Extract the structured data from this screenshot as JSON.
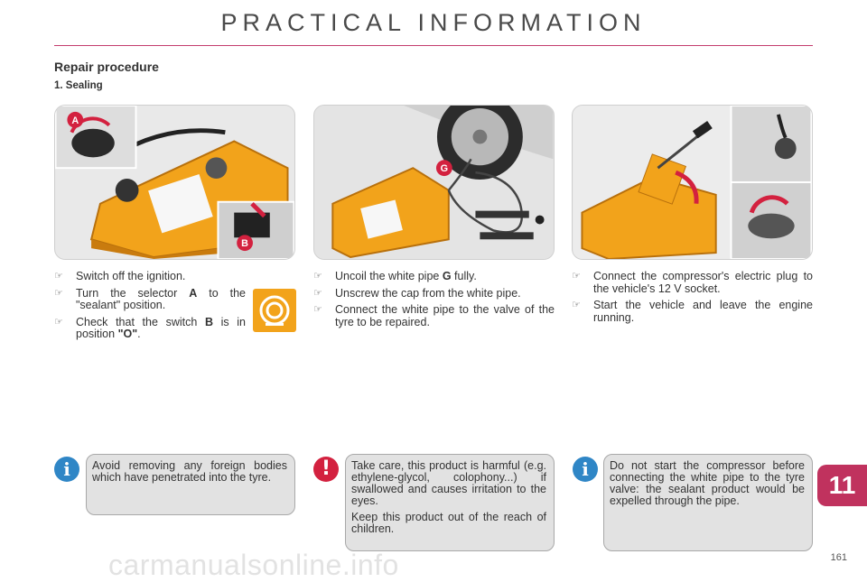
{
  "header": {
    "title": "PRACTICAL INFORMATION"
  },
  "section": {
    "heading": "Repair procedure",
    "subheading": "1. Sealing"
  },
  "photos": {
    "a_label": "A",
    "b_label": "B",
    "g_label": "G"
  },
  "column1": {
    "steps": [
      {
        "prefix": "Switch off the ignition.",
        "bold": "",
        "suffix": ""
      },
      {
        "prefix": "Turn the selector ",
        "bold": "A",
        "suffix": " to the \"sealant\" position."
      },
      {
        "prefix": "Check that the switch ",
        "bold": "B",
        "suffix": " is in position ",
        "bold2": "\"O\"",
        "suffix2": "."
      }
    ]
  },
  "column2": {
    "steps": [
      {
        "prefix": "Uncoil the white pipe ",
        "bold": "G",
        "suffix": " fully."
      },
      {
        "prefix": "Unscrew the cap from the white pipe.",
        "bold": "",
        "suffix": ""
      },
      {
        "prefix": "Connect the white pipe to the valve of the tyre to be repaired.",
        "bold": "",
        "suffix": ""
      }
    ]
  },
  "column3": {
    "steps": [
      {
        "prefix": "Connect the compressor's electric plug to the vehicle's 12 V socket.",
        "bold": "",
        "suffix": ""
      },
      {
        "prefix": "Start the vehicle and leave the engine running.",
        "bold": "",
        "suffix": ""
      }
    ]
  },
  "notes": {
    "note1": "Avoid removing any foreign bodies which have penetrated into the tyre.",
    "note2_p1": "Take care, this product is harmful (e.g. ethylene-glycol, colophony...) if swallowed and causes irritation to the eyes.",
    "note2_p2": "Keep this product out of the reach of children.",
    "note3": "Do not start the compressor before connecting the white pipe to the tyre valve: the sealant product would be expelled through the pipe."
  },
  "icons": {
    "info": "i",
    "warning": "!",
    "bullet": "☞"
  },
  "chapter_number": "11",
  "page_number": "161",
  "watermark": "carmanualsonline.info",
  "colors": {
    "accent": "#c0325e",
    "compressor": "#f2a31b",
    "info": "#2f86c6",
    "warning": "#d3213f"
  }
}
